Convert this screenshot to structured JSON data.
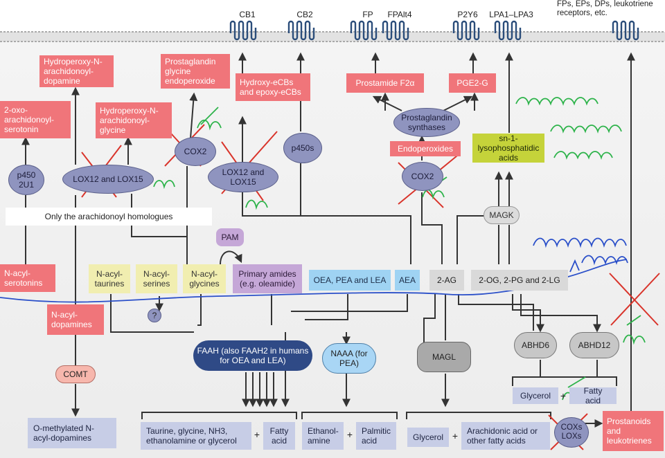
{
  "receptors": {
    "cb1": "CB1",
    "cb2": "CB2",
    "fp": "FP",
    "fpalt4": "FPAlt4",
    "p2y6": "P2Y6",
    "lpa": "LPA1–LPA3",
    "other": "FPs, EPs, DPs, leukotriene receptors, etc."
  },
  "top_products": {
    "hydroperoxy_dopamine": "Hydroperoxy-N-arachidonoyl-dopamine",
    "oxo_serotonin": "2-oxo-arachidonoyl-serotonin",
    "prostaglandin_glycine": "Prostaglandin glycine endoperoxide",
    "hydroperoxy_glycine": "Hydroperoxy-N-arachidonoyl-glycine",
    "hydroxy_ecbs": "Hydroxy-eCBs and epoxy-eCBs",
    "prostamide": "Prostamide F2α",
    "pge2g": "PGE2-G",
    "endoperoxides": "Endoperoxides",
    "lysophosphatidic": "sn-1-lysophosphatidic acids"
  },
  "enzymes": {
    "p450_2u1": "p450 2U1",
    "lox12_lox15_a": "LOX12 and LOX15",
    "cox2_a": "COX2",
    "lox12_lox15_b": "LOX12 and LOX15",
    "p450s": "p450s",
    "pg_synthases": "Prostaglandin synthases",
    "cox2_b": "COX2",
    "magk": "MAGK",
    "pam": "PAM",
    "comt": "COMT",
    "faah": "FAAH (also FAAH2 in humans for OEA and LEA)",
    "naaa": "NAAA (for PEA)",
    "magl": "MAGL",
    "abhd6": "ABHD6",
    "abhd12": "ABHD12",
    "coxs_loxs": "COXs LOXs"
  },
  "banner": "Only the arachidonoyl homologues",
  "substrates": {
    "n_acyl_serotonins": "N-acyl-serotonins",
    "n_acyl_taurines": "N-acyl-taurines",
    "n_acyl_serines": "N-acyl-serines",
    "n_acyl_glycines": "N-acyl-glycines",
    "primary_amides": "Primary amides (e.g. oleamide)",
    "oea_pea_lea": "OEA, PEA and LEA",
    "aea": "AEA",
    "two_ag": "2-AG",
    "two_og": "2-OG, 2-PG and 2-LG",
    "n_acyl_dopamines": "N-acyl-dopamines",
    "unknown": "?"
  },
  "bottom_products": {
    "o_methylated": "O-methylated N-acyl-dopamines",
    "taurine_etc": "Taurine, glycine, NH3, ethanolamine or glycerol",
    "plus1": "+",
    "fatty_acid": "Fatty acid",
    "ethanolamine": "Ethanol-amine",
    "plus2": "+",
    "palmitic": "Palmitic acid",
    "glycerol": "Glycerol",
    "plus3": "+",
    "arachidonic": "Arachidonic acid or other fatty acids",
    "glycerol_fatty": "Glycerol",
    "plus4": "+",
    "fatty_acid2": "Fatty acid",
    "prostanoids": "Prostanoids and leukotrienes"
  },
  "colors": {
    "product_red": "#f0757a",
    "enzyme_purple": "#8f94bf",
    "faah_navy": "#2f4a86",
    "naaa_blue": "#a9d6f5",
    "substrate_yellow": "#f1eeb0",
    "lpa_green": "#c5d33a",
    "handwriting_green": "#2db34a",
    "handwriting_blue": "#2a4fc9",
    "cross_red": "#d9342b",
    "membrane_grey": "#a9a9a9"
  }
}
